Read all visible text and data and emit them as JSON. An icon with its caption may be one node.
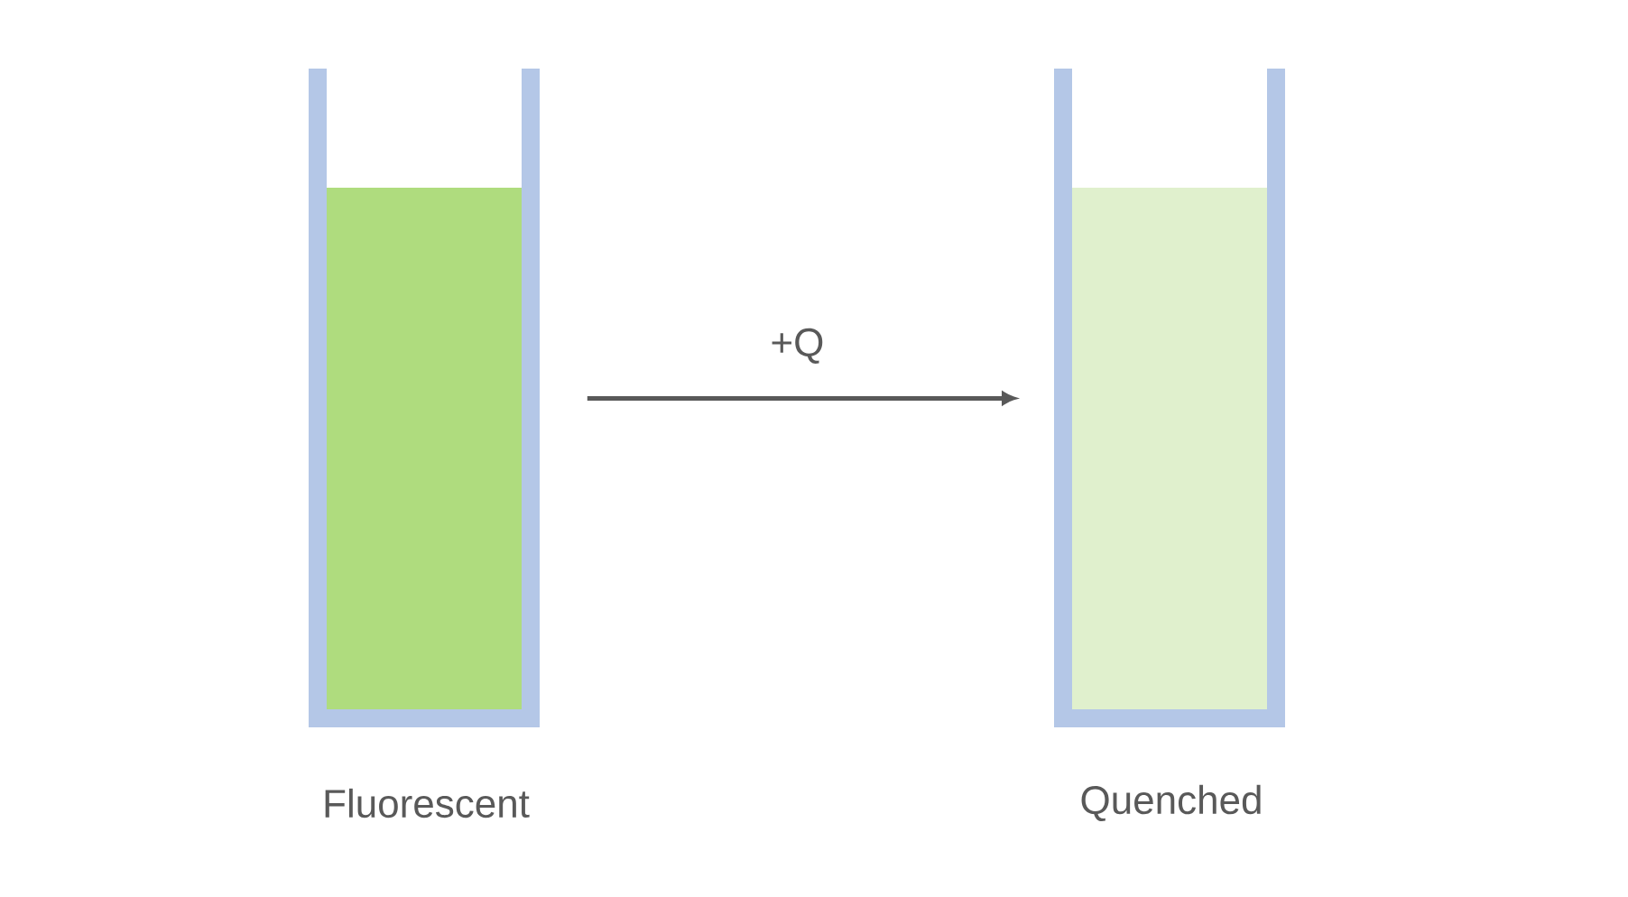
{
  "diagram": {
    "nodes": [
      {
        "text": [
          "Fluorescent"
        ]
      },
      {
        "text": [
          "Quenched"
        ]
      }
    ],
    "edges": [
      {
        "from": 0,
        "to": 1,
        "arrow": "to",
        "label": "+Q"
      }
    ]
  }
}
